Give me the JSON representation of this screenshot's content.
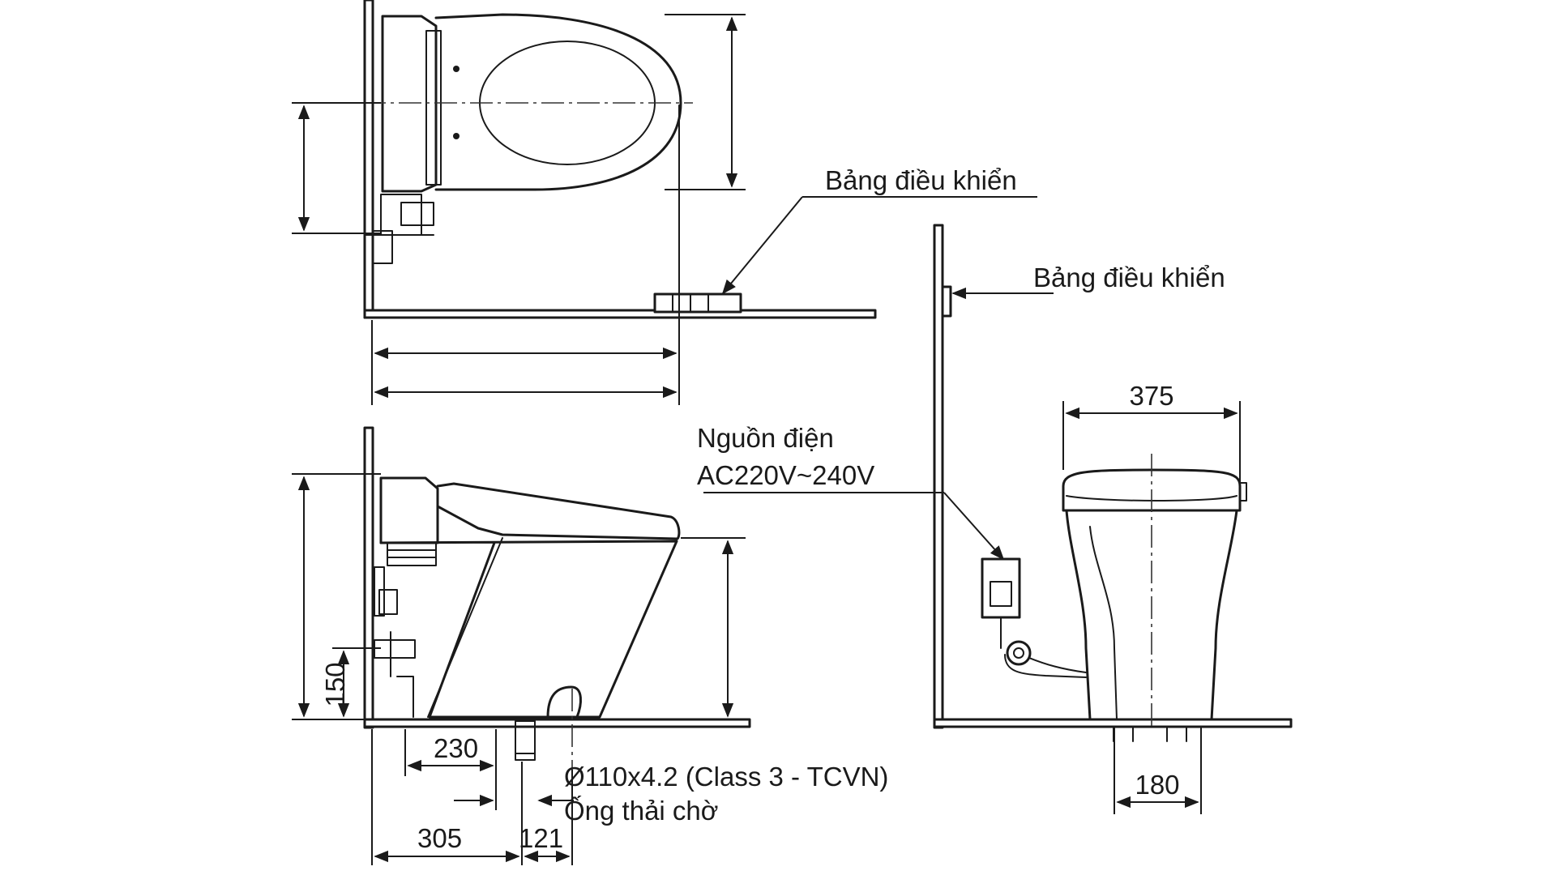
{
  "labels": {
    "control_panel_top": "Bảng điều khiển",
    "control_panel_side": "Bảng điều khiển",
    "power_line1": "Nguồn điện",
    "power_line2": "AC220V~240V",
    "pipe_spec": "Ø110x4.2 (Class 3 - TCVN)",
    "drain_pipe": "Ống thải chờ"
  },
  "dimensions": {
    "front_width": "375",
    "front_base": "180",
    "side_height_left": "150",
    "side_230": "230",
    "side_305": "305",
    "side_121": "121"
  },
  "colors": {
    "line": "#1a1a1a",
    "background": "#ffffff"
  }
}
